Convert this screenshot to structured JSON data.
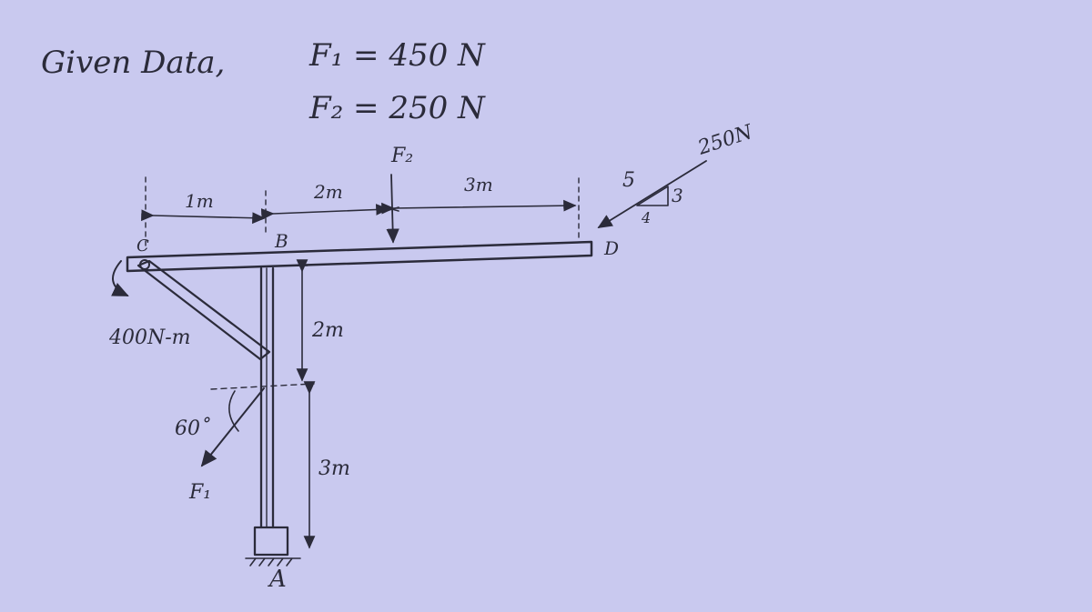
{
  "given": {
    "prefix": "Given Data,",
    "f1": "F₁ = 450 N",
    "f2": "F₂ = 250 N"
  },
  "labels": {
    "point_a": "A",
    "point_b": "B",
    "point_c": "C",
    "point_d": "D",
    "force_f1": "F₁",
    "force_f2": "F₂",
    "moment": "400N-m",
    "angle": "60˚",
    "force_d": "250N",
    "slope_hyp": "5",
    "slope_rise": "3",
    "slope_run": "4"
  },
  "dimensions": {
    "cb": "1m",
    "b_f2": "2m",
    "f2_d": "3m",
    "upper_column": "2m",
    "lower_column": "3m"
  },
  "colors": {
    "paper": "#c9c9ef",
    "ink": "#2b2b3a"
  }
}
